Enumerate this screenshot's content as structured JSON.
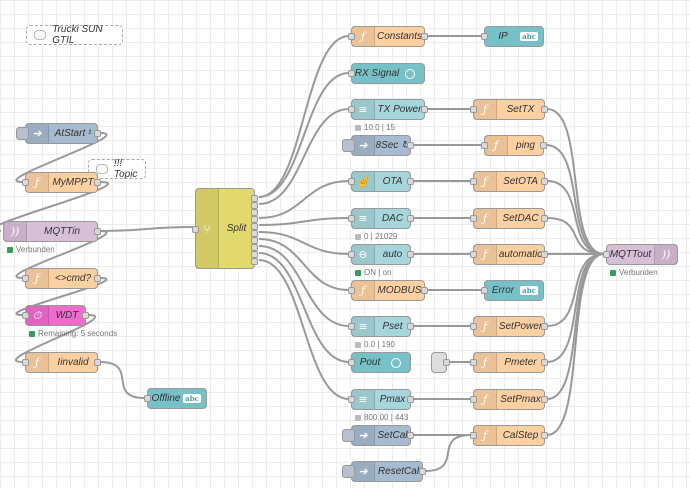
{
  "colors": {
    "function": "#fdd0a2",
    "dashboard_input": "#a6d5dc",
    "dashboard_output": "#76c1c8",
    "mqtt": "#d8bfd8",
    "inject": "#a6bbcf",
    "watchdog": "#f06ccc",
    "split": "#e2d96e",
    "status_green": "#3a9a5b",
    "status_grey": "#bbbbbb",
    "wire": "#999999"
  },
  "comments": [
    {
      "id": "title",
      "label": "Trucki SUN GTIL"
    },
    {
      "id": "topic",
      "label": "!!! Topic"
    }
  ],
  "nodes": [
    {
      "id": "atstart",
      "label": "AtStart ¹",
      "type": "inject",
      "icon": "arrow-right-icon"
    },
    {
      "id": "mymppt",
      "label": "MyMPPT",
      "type": "function",
      "icon": "function-icon"
    },
    {
      "id": "mqttin",
      "label": "MQTTin",
      "type": "mqtt",
      "icon": "wifi-icon",
      "status": "Verbunden",
      "status_color": "green"
    },
    {
      "id": "cmd",
      "label": "<>cmd?",
      "type": "function",
      "icon": "function-icon"
    },
    {
      "id": "wdt",
      "label": "WDT",
      "type": "watchdog",
      "icon": "timer-icon",
      "status": "Remaining: 5 seconds",
      "status_color": "green"
    },
    {
      "id": "iinvalid",
      "label": "Iinvalid",
      "type": "function",
      "icon": "function-icon"
    },
    {
      "id": "offline",
      "label": "Offline",
      "type": "text",
      "icon": "abc-icon"
    },
    {
      "id": "split",
      "label": "Split",
      "type": "split",
      "icon": "split-icon"
    },
    {
      "id": "constants",
      "label": "Constants",
      "type": "function",
      "icon": "function-icon"
    },
    {
      "id": "ip",
      "label": "IP",
      "type": "text",
      "icon": "abc-icon"
    },
    {
      "id": "rxsignal",
      "label": "RX Signal",
      "type": "gauge",
      "icon": "gauge-icon"
    },
    {
      "id": "txpower",
      "label": "TX Power",
      "type": "slider",
      "icon": "slider-icon",
      "status": "10.0 | 15",
      "status_color": "grey"
    },
    {
      "id": "settx",
      "label": "SetTX",
      "type": "function",
      "icon": "function-icon"
    },
    {
      "id": "8sec",
      "label": "8Sec ↻",
      "type": "inject",
      "icon": "arrow-right-icon"
    },
    {
      "id": "ping",
      "label": "ping",
      "type": "function",
      "icon": "function-icon"
    },
    {
      "id": "ota",
      "label": "OTA",
      "type": "button",
      "icon": "hand-icon"
    },
    {
      "id": "setota",
      "label": "SetOTA",
      "type": "function",
      "icon": "function-icon"
    },
    {
      "id": "dac",
      "label": "DAC",
      "type": "slider",
      "icon": "slider-icon",
      "status": "0 | 21029",
      "status_color": "grey"
    },
    {
      "id": "setdac",
      "label": "SetDAC",
      "type": "function",
      "icon": "function-icon"
    },
    {
      "id": "auto",
      "label": "auto",
      "type": "switch",
      "icon": "toggle-icon",
      "status": "ON | on",
      "status_color": "green"
    },
    {
      "id": "automatic",
      "label": "automatic",
      "type": "function",
      "icon": "function-icon"
    },
    {
      "id": "modbus",
      "label": "MODBUS",
      "type": "function",
      "icon": "function-icon"
    },
    {
      "id": "error",
      "label": "Error",
      "type": "text",
      "icon": "abc-icon"
    },
    {
      "id": "pset",
      "label": "Pset",
      "type": "slider",
      "icon": "slider-icon",
      "status": "0.0 | 190",
      "status_color": "grey"
    },
    {
      "id": "setpower",
      "label": "SetPower",
      "type": "function",
      "icon": "function-icon"
    },
    {
      "id": "pout",
      "label": "Pout",
      "type": "gauge",
      "icon": "gauge-icon"
    },
    {
      "id": "pmeter",
      "label": "Pmeter",
      "type": "function",
      "icon": "function-icon"
    },
    {
      "id": "pmax",
      "label": "Pmax",
      "type": "slider",
      "icon": "slider-icon",
      "status": "800.00 | 443",
      "status_color": "grey"
    },
    {
      "id": "setpmax",
      "label": "SetPmax",
      "type": "function",
      "icon": "function-icon"
    },
    {
      "id": "setcal",
      "label": "SetCal",
      "type": "inject",
      "icon": "arrow-right-icon"
    },
    {
      "id": "calstep",
      "label": "CalStep",
      "type": "function",
      "icon": "function-icon"
    },
    {
      "id": "resetcal",
      "label": "ResetCal",
      "type": "inject",
      "icon": "arrow-right-icon"
    },
    {
      "id": "mqttout",
      "label": "MQTTout",
      "type": "mqtt",
      "icon": "wifi-icon",
      "status": "Verbunden",
      "status_color": "green"
    }
  ]
}
